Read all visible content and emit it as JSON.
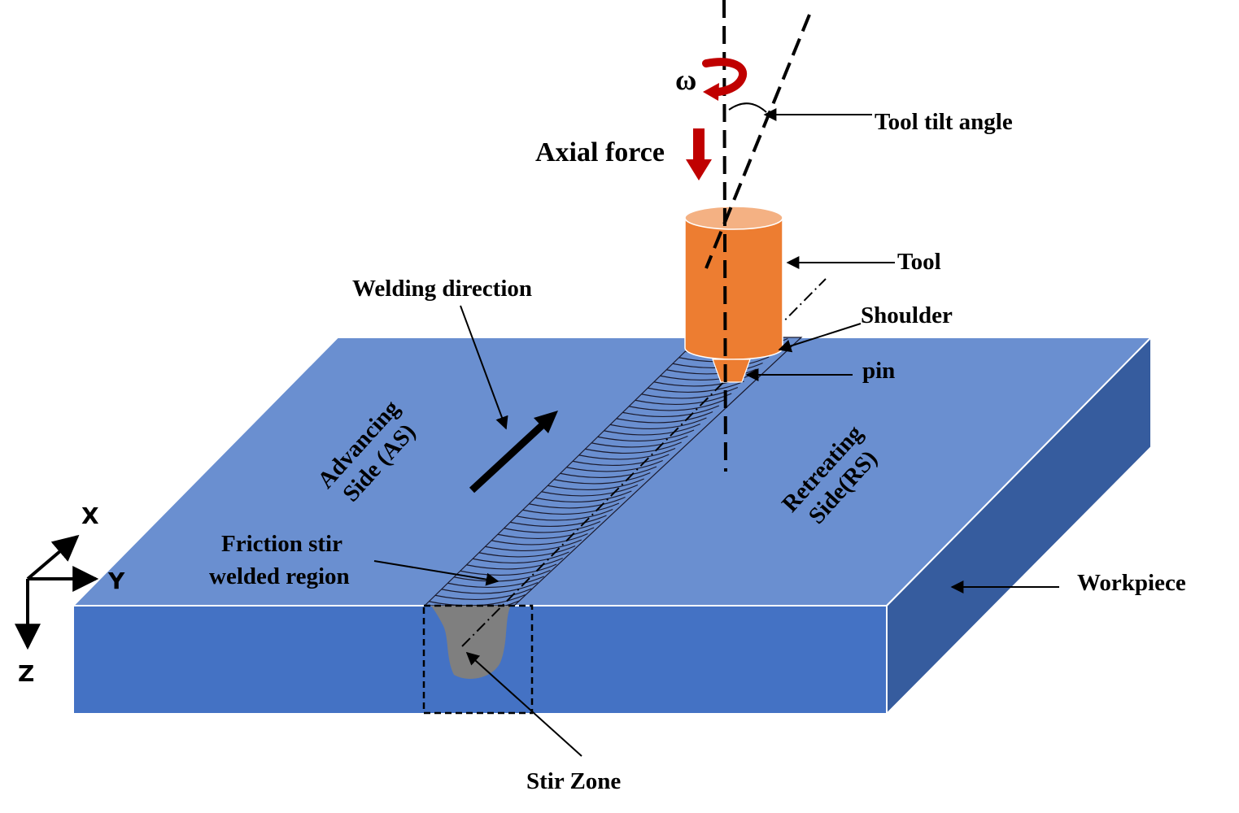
{
  "labels": {
    "omega": "ω",
    "axial_force": "Axial force",
    "tool_tilt_angle": "Tool tilt angle",
    "tool": "Tool",
    "shoulder": "Shoulder",
    "pin": "pin",
    "welding_direction": "Welding direction",
    "advancing_line1": "Advancing",
    "advancing_line2": "Side (AS)",
    "retreating_line1": "Retreating",
    "retreating_line2": "Side(RS)",
    "fsw_line1": "Friction stir",
    "fsw_line2": "welded region",
    "workpiece": "Workpiece",
    "stir_zone": "Stir Zone"
  },
  "axes": {
    "x": "X",
    "y": "Y",
    "z": "Z"
  },
  "colors": {
    "plate_top": "#6A8FD0",
    "plate_front": "#4472C4",
    "plate_side": "#365C9E",
    "tool_body": "#ED7D31",
    "tool_top": "#F4B183",
    "arrow_red": "#C00000",
    "stir_zone": "#7F7F7F"
  }
}
